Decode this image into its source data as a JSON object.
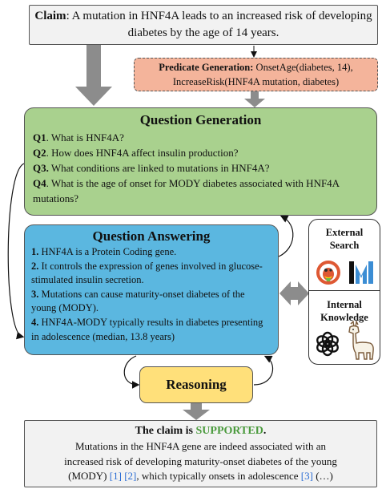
{
  "claim": {
    "label": "Claim",
    "sep": ": ",
    "text": "A mutation in HNF4A leads to an increased risk of developing diabetes by the age of 14 years."
  },
  "predicate": {
    "label": "Predicate Generation:",
    "line1": " OnsetAge(diabetes, 14),",
    "line2": "IncreaseRisk(HNF4A mutation, diabetes)"
  },
  "question_generation": {
    "title": "Question Generation",
    "questions": [
      {
        "id": "Q1",
        "text": ". What is HNF4A?"
      },
      {
        "id": "Q2",
        "text": ". How does HNF4A affect insulin production?"
      },
      {
        "id": "Q3.",
        "text": " What conditions are linked to mutations in HNF4A?"
      },
      {
        "id": "Q4",
        "text": ". What is the age of onset for MODY diabetes associated with HNF4A mutations?"
      }
    ]
  },
  "question_answering": {
    "title": "Question Answering",
    "answers": [
      {
        "id": "1.",
        "text": " HNF4A is a Protein Coding gene."
      },
      {
        "id": "2.",
        "text": " It controls the expression of genes involved in glucose-stimulated insulin secretion."
      },
      {
        "id": "3.",
        "text": " Mutations can cause maturity-onset diabetes of the young (MODY)."
      },
      {
        "id": "4.",
        "text": " HNF4A-MODY typically results in diabetes presenting in adolescence (median, 13.8 years)"
      }
    ]
  },
  "tools": {
    "external_line1": "External",
    "external_line2": "Search",
    "internal_line1": "Internal",
    "internal_line2": "Knowledge",
    "icons": [
      "duckduckgo-icon",
      "wikipedia-m-icon",
      "openai-icon",
      "llama-icon"
    ]
  },
  "reasoning": {
    "title": "Reasoning"
  },
  "verdict": {
    "title_prefix": "The claim is ",
    "status": "SUPPORTED",
    "title_suffix": ".",
    "line1": "Mutations in the HNF4A gene are indeed associated with an",
    "line2": "increased risk of developing maturity-onset diabetes of the young",
    "line3_a": "(MODY) ",
    "ref1": "[1]",
    "ref2": "[2]",
    "line3_b": ", which typically onsets in adolescence ",
    "ref3": "[3]",
    "line3_c": " (…)",
    "colors": {
      "supported": "#4a9a3c",
      "reference": "#2a6cd4"
    }
  },
  "colors": {
    "claim_bg": "#f2f2f2",
    "predicate_bg": "#f4b49b",
    "question_generation_bg": "#a9d18e",
    "question_answering_bg": "#5bb7e0",
    "reasoning_bg": "#ffe07a",
    "arrow": "#8c8c8c"
  }
}
